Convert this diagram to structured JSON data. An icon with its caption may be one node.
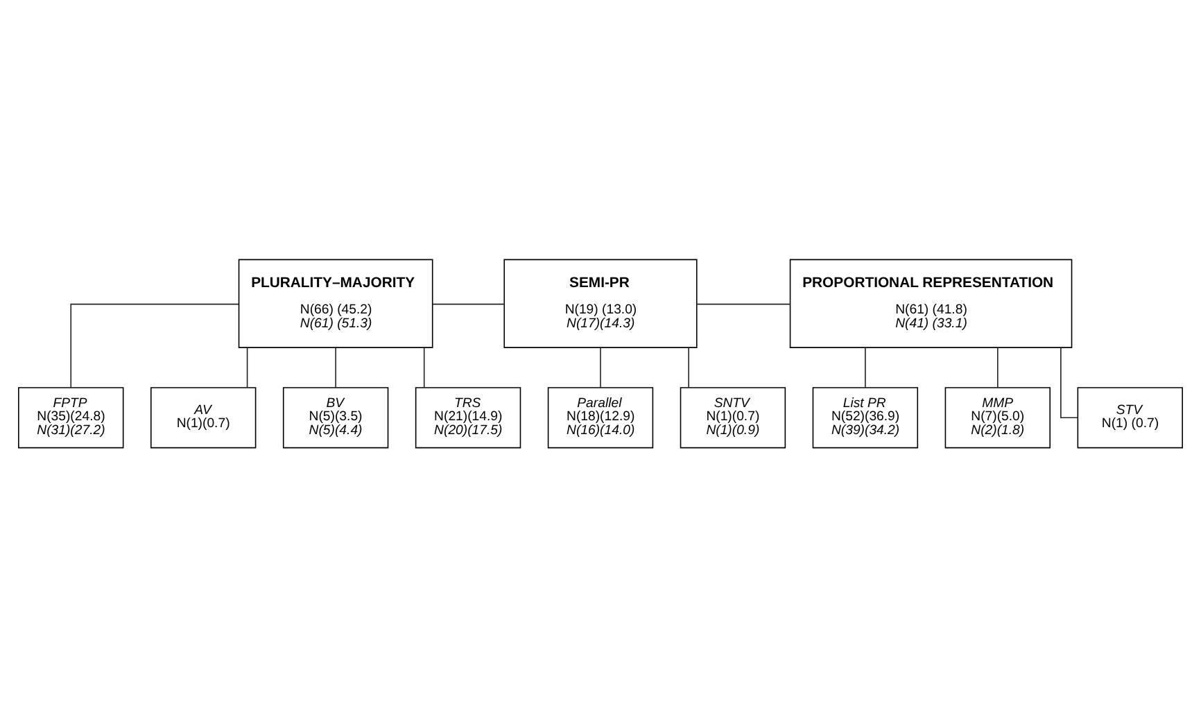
{
  "diagram": {
    "nodes": [
      {
        "text": [
          "PLURALITY–MAJORITY",
          "N(66) (45.2)",
          "N(61) (51.3)"
        ]
      },
      {
        "text": [
          "SEMI-PR",
          "N(19) (13.0)",
          "N(17)(14.3)"
        ]
      },
      {
        "text": [
          "PROPORTIONAL REPRESENTATION",
          "N(61) (41.8)",
          "N(41) (33.1)"
        ]
      },
      {
        "text": [
          "FPTP",
          "N(35)(24.8)",
          "N(31)(27.2)"
        ]
      },
      {
        "text": [
          "AV",
          "N(1)(0.7)"
        ]
      },
      {
        "text": [
          "BV",
          "N(5)(3.5)",
          "N(5)(4.4)"
        ]
      },
      {
        "text": [
          "TRS",
          "N(21)(14.9)",
          "N(20)(17.5)"
        ]
      },
      {
        "text": [
          "Parallel",
          "N(18)(12.9)",
          "N(16)(14.0)"
        ]
      },
      {
        "text": [
          "SNTV",
          "N(1)(0.7)",
          "N(1)(0.9)"
        ]
      },
      {
        "text": [
          "List PR",
          "N(52)(36.9)",
          "N(39)(34.2)"
        ]
      },
      {
        "text": [
          "MMP",
          "N(7)(5.0)",
          "N(2)(1.8)"
        ]
      },
      {
        "text": [
          "STV",
          "N(1) (0.7)"
        ]
      }
    ],
    "edges": [
      {
        "from": 0,
        "to": 1,
        "arrow": "none"
      },
      {
        "from": 1,
        "to": 2,
        "arrow": "none"
      },
      {
        "from": 0,
        "to": 3,
        "arrow": "none"
      },
      {
        "from": 0,
        "to": 4,
        "arrow": "none"
      },
      {
        "from": 0,
        "to": 5,
        "arrow": "none"
      },
      {
        "from": 0,
        "to": 6,
        "arrow": "none"
      },
      {
        "from": 1,
        "to": 7,
        "arrow": "none"
      },
      {
        "from": 1,
        "to": 8,
        "arrow": "none"
      },
      {
        "from": 2,
        "to": 9,
        "arrow": "none"
      },
      {
        "from": 2,
        "to": 10,
        "arrow": "none"
      },
      {
        "from": 2,
        "to": 11,
        "arrow": "none"
      }
    ]
  }
}
